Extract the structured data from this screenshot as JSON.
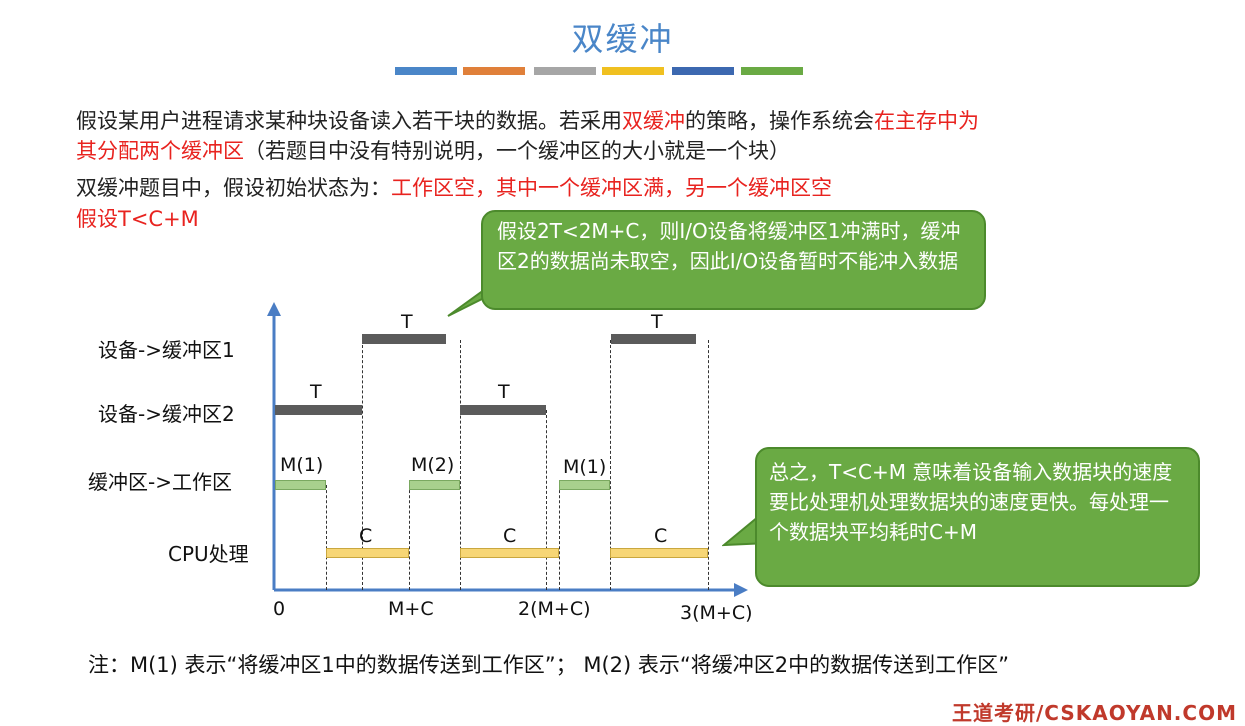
{
  "page": {
    "title": "双缓冲",
    "strip_colors": [
      "#4a86c8",
      "#e0803a",
      "#a6a6a6",
      "#f0c020",
      "#3c68b0",
      "#6aaa44"
    ]
  },
  "intro": {
    "line1_a": "假设某用户进程请求某种块设备读入若干块的数据。若采用",
    "line1_red1": "双缓冲",
    "line1_b": "的策略，操作系统会",
    "line1_red2": "在主存中为",
    "line2_red": "其分配两个缓冲区",
    "line2_b": "（若题目中没有特别说明，一个缓冲区的大小就是一个块）",
    "line3_a": "双缓冲题目中，假设初始状态为：",
    "line3_red": "工作区空，其中一个缓冲区满，另一个缓冲区空",
    "line4_red": "假设T<C+M"
  },
  "callouts": {
    "top": "假设2T<2M+C，则I/O设备将缓冲区1冲满时，缓冲区2的数据尚未取空，因此I/O设备暂时不能冲入数据",
    "right": "总之，T<C+M 意味着设备输入数据块的速度要比处理机处理数据块的速度更快。每处理一个数据块平均耗时C+M"
  },
  "diagram": {
    "rows": [
      "设备->缓冲区1",
      "设备->缓冲区2",
      "缓冲区->工作区",
      "CPU处理"
    ],
    "bar_labels": {
      "dev1_a": "T",
      "dev1_b": "T",
      "dev2_a": "T",
      "dev2_b": "T",
      "move_a": "M(1)",
      "move_b": "M(2)",
      "move_c": "M(1)",
      "cpu_a": "C",
      "cpu_b": "C",
      "cpu_c": "C"
    },
    "x_ticks": [
      "0",
      "M+C",
      "2(M+C)",
      "3(M+C)"
    ]
  },
  "footnote": "注：M(1) 表示“将缓冲区1中的数据传送到工作区”； M(2) 表示“将缓冲区2中的数据传送到工作区”",
  "brand": "王道考研/CSKAOYAN.COM"
}
